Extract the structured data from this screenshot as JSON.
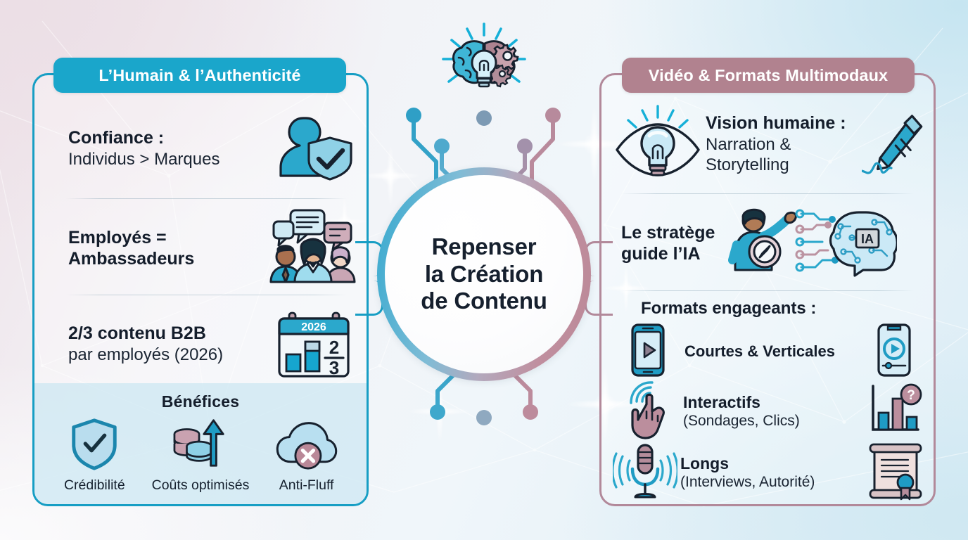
{
  "theme": {
    "accent_blue": "#1aa6cb",
    "accent_mauve": "#b1828f",
    "panel_border_left": "#179ec4",
    "panel_border_right": "#b2899a",
    "text_dark": "#16202e",
    "benefits_band": "#c4e4f0"
  },
  "center": {
    "line1": "Repenser",
    "line2": "la Création",
    "line3": "de Contenu"
  },
  "top_icon": {
    "name": "brain-gears-lightbulb-icon"
  },
  "left_panel": {
    "header": "L’Humain & l’Authenticité",
    "rows": [
      {
        "title": "Confiance :",
        "subtitle": "Individus > Marques",
        "icon": "user-shield-check-icon"
      },
      {
        "title": "Employés =",
        "subtitle": "Ambassadeurs",
        "icon": "people-speech-bubbles-icon"
      },
      {
        "title": "2/3 contenu B2B",
        "subtitle": "par employés (2026)",
        "icon": "calendar-chart-fraction-icon",
        "icon_labels": {
          "year": "2026",
          "numerator": "2",
          "denominator": "3"
        }
      }
    ],
    "benefits": {
      "title": "Bénéfices",
      "items": [
        {
          "label": "Crédibilité",
          "icon": "shield-check-icon"
        },
        {
          "label": "Coûts optimisés",
          "icon": "coins-up-arrow-icon"
        },
        {
          "label": "Anti-Fluff",
          "icon": "cloud-x-icon"
        }
      ]
    }
  },
  "right_panel": {
    "header": "Vidéo & Formats Multimodaux",
    "rows": [
      {
        "title": "Vision humaine :",
        "subtitle_line1": "Narration &",
        "subtitle_line2": "Storytelling",
        "icon_left": "eye-lightbulb-icon",
        "icon_right": "pen-signature-icon"
      },
      {
        "title_line1": "Le stratège",
        "title_line2": "guide l’IA",
        "icon": "strategist-compass-ai-brain-icon",
        "icon_labels": {
          "chip": "IA"
        }
      }
    ],
    "formats": {
      "title": "Formats engageants :",
      "items": [
        {
          "label": "Courtes & Verticales",
          "sublabel": "",
          "icon_left": "phone-play-icon",
          "icon_right": "phone-video-player-icon"
        },
        {
          "label": "Interactifs",
          "sublabel": "(Sondages, Clics)",
          "icon_left": "tap-hand-icon",
          "icon_right": "bar-chart-question-icon"
        },
        {
          "label": "Longs",
          "sublabel": "(Interviews, Autorité)",
          "icon_left": "microphone-icon",
          "icon_right": "scroll-certificate-icon"
        }
      ]
    }
  }
}
